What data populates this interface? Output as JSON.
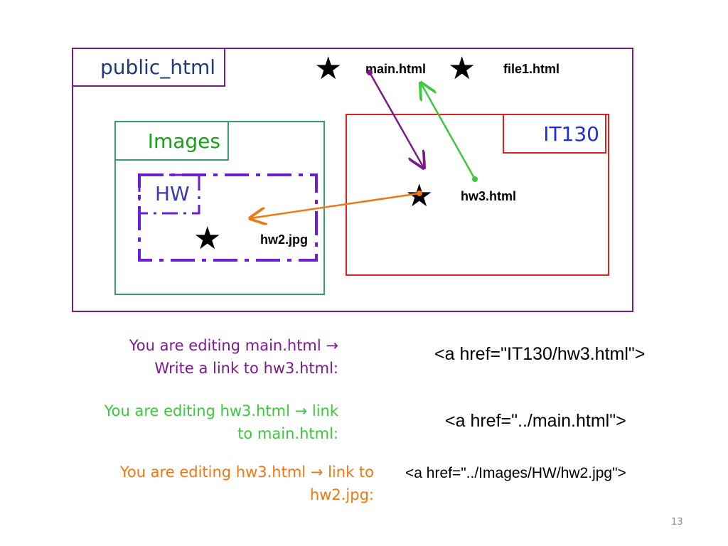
{
  "folders": {
    "public_html": "public_html",
    "images": "Images",
    "hw": "HW",
    "it130": "IT130"
  },
  "files": {
    "main_html": "main.html",
    "file1_html": "file1.html",
    "hw3_html": "hw3.html",
    "hw2_jpg": "hw2.jpg"
  },
  "star_glyph": "★",
  "exercises": [
    {
      "prompt_line1": "You are editing main.html →",
      "prompt_line2": "Write a link to hw3.html:",
      "answer": "<a href=\"IT130/hw3.html\">",
      "color": "#7b1a8c"
    },
    {
      "prompt_line1": "You are editing hw3.html → link",
      "prompt_line2": "to main.html:",
      "answer": "<a href=\"../main.html\">",
      "color": "#3cc83c"
    },
    {
      "prompt_line1": "You are editing hw3.html → link to",
      "prompt_line2": "hw2.jpg:",
      "answer": "<a href=\"../Images/HW/hw2.jpg\">",
      "color": "#f07814"
    }
  ],
  "colors": {
    "public_html": "#7b1a8c",
    "images": "#3a9a6e",
    "hw": "#6a1fd0",
    "it130": "#e02020",
    "it130_text": "#1f2fd8",
    "public_html_text": "#1f3a7a",
    "images_text": "#1aa01a",
    "hw_text": "#3a3aa8"
  },
  "page_number": "13"
}
